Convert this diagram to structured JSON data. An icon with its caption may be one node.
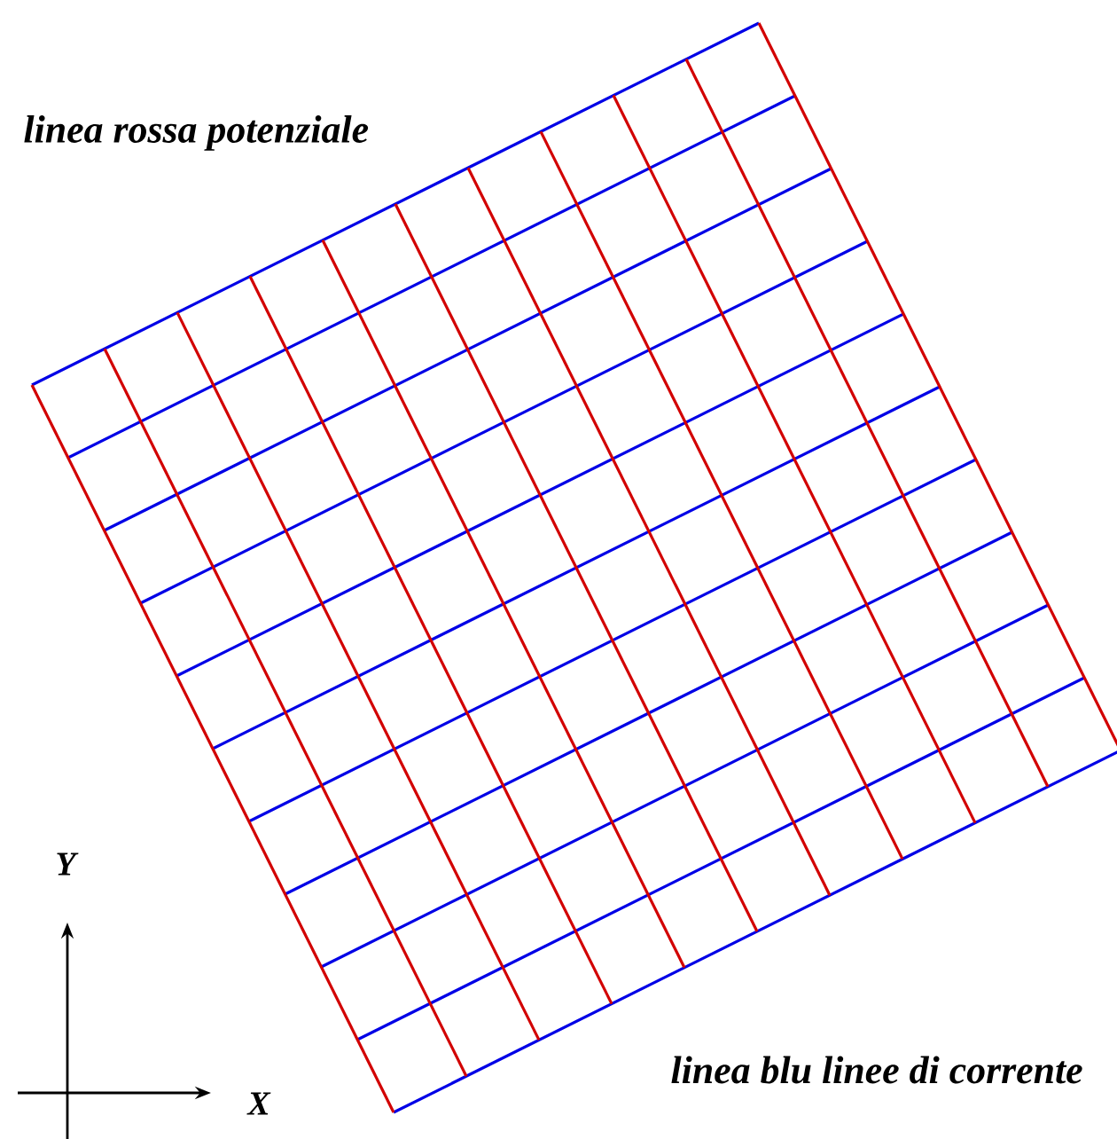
{
  "diagram": {
    "labels": [
      "linea rossa potenziale",
      "Y",
      "linea blu linee di corrente",
      "X"
    ]
  }
}
